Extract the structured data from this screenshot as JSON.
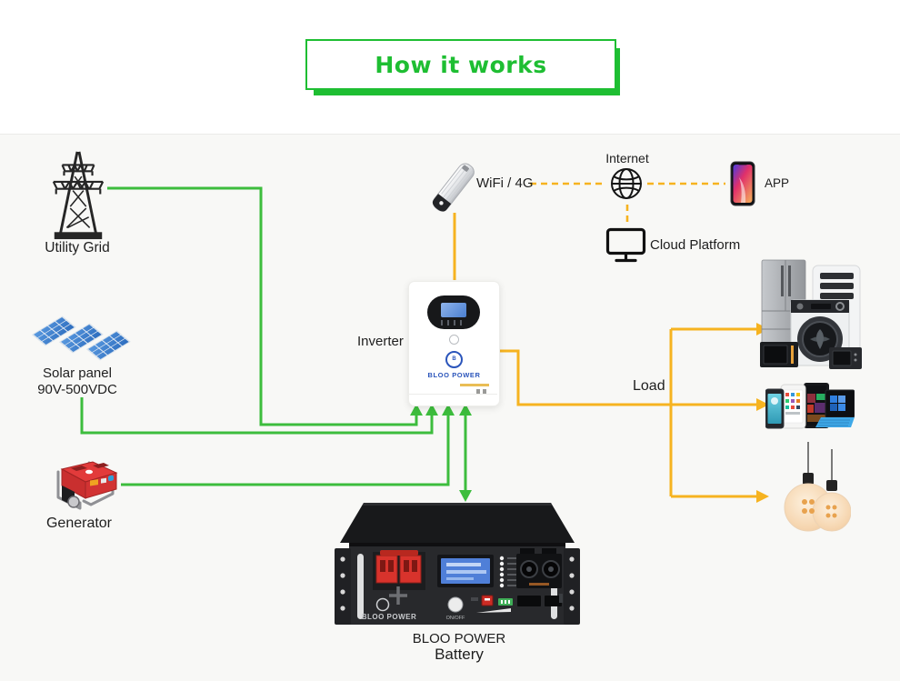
{
  "title": {
    "text": "How it works"
  },
  "nodes": {
    "utility_grid": {
      "label": "Utility Grid"
    },
    "solar_panel": {
      "label": "Solar panel",
      "spec": "90V-500VDC"
    },
    "generator": {
      "label": "Generator"
    },
    "inverter": {
      "label": "Inverter",
      "brand": "BLOO POWER"
    },
    "wifi": {
      "label": "WiFi / 4G"
    },
    "internet": {
      "label": "Internet"
    },
    "app": {
      "label": "APP"
    },
    "cloud_platform": {
      "label": "Cloud Platform"
    },
    "load": {
      "label": "Load"
    },
    "battery": {
      "brand": "BLOO POWER",
      "caption_brand": "BLOO POWER",
      "label": "Battery",
      "switch_label": "ON/OFF"
    }
  },
  "connections": [
    {
      "from": "utility_grid",
      "to": "inverter",
      "style": "solid",
      "color": "#3dbd3d"
    },
    {
      "from": "solar_panel",
      "to": "inverter",
      "style": "solid",
      "color": "#3dbd3d"
    },
    {
      "from": "generator",
      "to": "inverter",
      "style": "solid",
      "color": "#3dbd3d"
    },
    {
      "from": "inverter",
      "to": "battery",
      "style": "solid-bidirectional",
      "color": "#3dbd3d"
    },
    {
      "from": "inverter",
      "to": "wifi",
      "style": "solid",
      "color": "#f6b320"
    },
    {
      "from": "inverter",
      "to": "load-appliances",
      "style": "solid-arrow",
      "color": "#f6b320"
    },
    {
      "from": "inverter",
      "to": "load-electronics",
      "style": "solid-arrow",
      "color": "#f6b320"
    },
    {
      "from": "inverter",
      "to": "load-lighting",
      "style": "solid-arrow",
      "color": "#f6b320"
    },
    {
      "from": "wifi",
      "to": "internet",
      "style": "dashed",
      "color": "#f6b320"
    },
    {
      "from": "internet",
      "to": "app",
      "style": "dashed",
      "color": "#f6b320"
    },
    {
      "from": "internet",
      "to": "cloud_platform",
      "style": "dashed",
      "color": "#f6b320"
    }
  ],
  "colors": {
    "accent_green": "#1ebe32",
    "wire_green": "#3dbd3d",
    "wire_yellow": "#f6b320",
    "background": "#f8f8f6",
    "top_band": "#ffffff"
  },
  "icons": [
    "transmission-tower-icon",
    "solar-panel-icon",
    "generator-icon",
    "inverter-device",
    "wifi-dongle-icon",
    "globe-icon",
    "smartphone-icon",
    "monitor-icon",
    "appliances-icon",
    "mobile-devices-icon",
    "light-bulbs-icon",
    "battery-device"
  ]
}
